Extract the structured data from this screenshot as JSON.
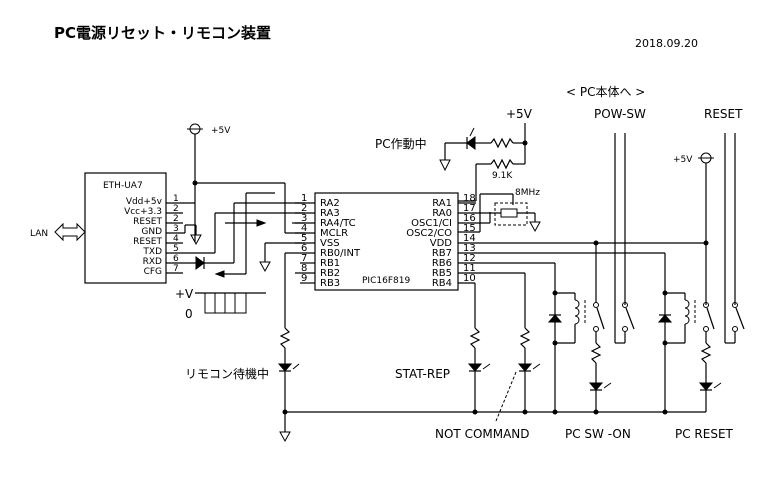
{
  "title": "PC電源リセット・リモコン装置",
  "date": "2018.09.20",
  "labels": {
    "pc_body": "<  PC本体へ  >",
    "pow_sw": "POW-SW",
    "reset": "RESET",
    "plus5v": "+5V",
    "pc_active": "PC作動中",
    "resistor_value": "9.1K",
    "crystal": "8MHz",
    "lan": "LAN",
    "remote_standby": "リモコン待機中",
    "stat_rep": "STAT-REP",
    "not_command": "NOT COMMAND",
    "pc_sw_on": "PC SW -ON",
    "pc_reset": "PC RESET",
    "pulse_high": "+V",
    "pulse_low": "0"
  },
  "eth_module": {
    "name": "ETH-UA7",
    "pins": [
      {
        "label": "Vdd+5v",
        "num": "1"
      },
      {
        "label": "Vcc+3.3",
        "num": "2"
      },
      {
        "label": "RESET",
        "num": "2"
      },
      {
        "label": "GND",
        "num": "3"
      },
      {
        "label": "RESET",
        "num": "4"
      },
      {
        "label": "TXD",
        "num": "5"
      },
      {
        "label": "RXD",
        "num": "6"
      },
      {
        "label": "CFG",
        "num": "7"
      }
    ]
  },
  "pic": {
    "name": "PIC16F819",
    "left_pins": [
      {
        "num": "1",
        "label": "RA2"
      },
      {
        "num": "2",
        "label": "RA3"
      },
      {
        "num": "3",
        "label": "RA4/TC"
      },
      {
        "num": "4",
        "label": "MCLR"
      },
      {
        "num": "5",
        "label": "VSS"
      },
      {
        "num": "6",
        "label": "RB0/INT"
      },
      {
        "num": "7",
        "label": "RB1"
      },
      {
        "num": "8",
        "label": "RB2"
      },
      {
        "num": "9",
        "label": "RB3"
      }
    ],
    "right_pins": [
      {
        "num": "18",
        "label": "RA1"
      },
      {
        "num": "17",
        "label": "RA0"
      },
      {
        "num": "16",
        "label": "OSC1/CI"
      },
      {
        "num": "15",
        "label": "OSC2/CO"
      },
      {
        "num": "14",
        "label": "VDD"
      },
      {
        "num": "13",
        "label": "RB7"
      },
      {
        "num": "12",
        "label": "RB6"
      },
      {
        "num": "11",
        "label": "RB5"
      },
      {
        "num": "10",
        "label": "RB4"
      }
    ]
  }
}
